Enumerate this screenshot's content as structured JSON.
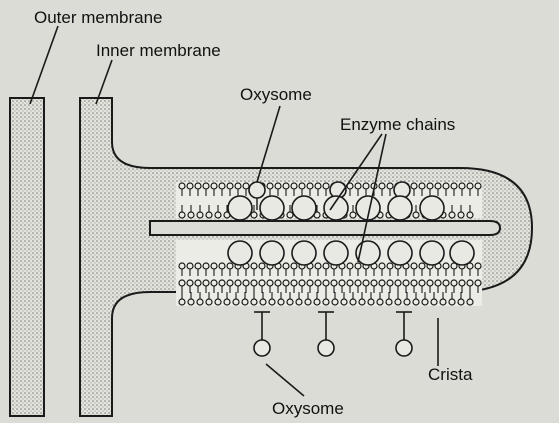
{
  "labels": {
    "outer_membrane": "Outer membrane",
    "inner_membrane": "Inner membrane",
    "oxysome_top": "Oxysome",
    "enzyme_chains": "Enzyme chains",
    "crista": "Crista",
    "oxysome_bottom": "Oxysome"
  },
  "colors": {
    "background": "#dcdcd6",
    "stroke": "#1a1a1a",
    "stipple": "#7d7d78",
    "fill": "#e9e9e4"
  }
}
